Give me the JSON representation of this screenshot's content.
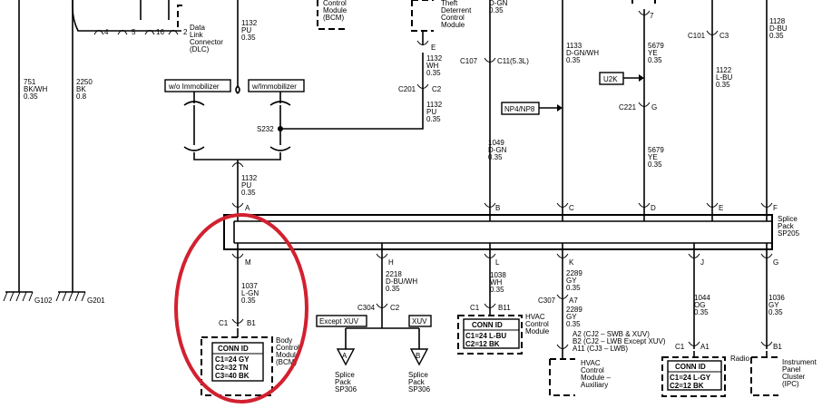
{
  "colors": {
    "ink": "#000000",
    "annotation": "#d2202f",
    "paper": "#ffffff"
  },
  "dlc": {
    "pins": [
      "4",
      "5",
      "16",
      "2"
    ],
    "label": [
      "Data",
      "Link",
      "Connector",
      "(DLC)"
    ],
    "circuit": [
      "1132",
      "PU",
      "0.35"
    ]
  },
  "wires": {
    "w751": [
      "751",
      "BK/WH",
      "0.35"
    ],
    "w2250": [
      "2250",
      "BK",
      "0.8"
    ],
    "w1132_mid": [
      "1132",
      "PU",
      "0.35"
    ],
    "w1132_s": [
      "1132",
      "WH",
      "0.35"
    ],
    "w1132_c2": [
      "1132",
      "PU",
      "0.35"
    ],
    "w1037": [
      "1037",
      "L-GN",
      "0.35"
    ],
    "w2218": [
      "2218",
      "D-BU/WH",
      "0.35"
    ],
    "w1038": [
      "1038",
      "WH",
      "0.35"
    ],
    "w2289_top": [
      "2289",
      "GY",
      "0.35"
    ],
    "w2289_bot": [
      "2289",
      "GY",
      "0.35"
    ],
    "w1044": [
      "1044",
      "OG",
      "0.35"
    ],
    "w1036": [
      "1036",
      "GY",
      "0.35"
    ],
    "w_dgn_top": [
      "D-GN",
      "0.35"
    ],
    "w1049": [
      "1049",
      "D-GN",
      "0.35"
    ],
    "w1133": [
      "1133",
      "D-GN/WH",
      "0.35"
    ],
    "w5679_top": [
      "5679",
      "YE",
      "0.35"
    ],
    "w5679_bot": [
      "5679",
      "YE",
      "0.35"
    ],
    "w1122": [
      "1122",
      "L-BU",
      "0.35"
    ],
    "w1128": [
      "1128",
      "D-BU",
      "0.35"
    ]
  },
  "options": {
    "wo_immobilizer": "w/o Immobilizer",
    "w_immobilizer": "w/Immobilizer",
    "except_xuv": "Except XUV",
    "xuv": "XUV",
    "u2k": "U2K",
    "np4np8": "NP4/NP8"
  },
  "connectors": {
    "s232": "S232",
    "e": "E",
    "c201": "C201",
    "c2": "C2",
    "c107": "C107",
    "c11": "C11",
    "c11_note": "(5.3L)",
    "c221": "C221",
    "g": "G",
    "c101": "C101",
    "c3": "C3",
    "seven": "7",
    "c304": "C304",
    "c2b": "C2",
    "h": "H",
    "c307": "C307",
    "a7": "A7",
    "k": "K",
    "c1": "C1",
    "b1": "B1",
    "m": "M",
    "l": "L",
    "b11": "B11",
    "j": "J",
    "a1": "A1",
    "g_bot": "G"
  },
  "splice_pack": {
    "label": [
      "Splice",
      "Pack",
      "SP205"
    ],
    "top_pins": [
      "A",
      "B",
      "C",
      "D",
      "E",
      "F"
    ]
  },
  "grounds": {
    "g102": "G102",
    "g201": "G201"
  },
  "modules": {
    "bcm_top": [
      "Control",
      "Module",
      "(BCM)"
    ],
    "theft": [
      "Theft",
      "Deterrent",
      "Control",
      "Module"
    ],
    "bcm": [
      "Body",
      "Control",
      "Module",
      "(BCM)"
    ],
    "hvac": [
      "HVAC",
      "Control",
      "Module"
    ],
    "hvac_aux": [
      "HVAC",
      "Control",
      "Module –",
      "Auxiliary"
    ],
    "radio": "Radio",
    "ipc": [
      "Instrument",
      "Panel",
      "Cluster",
      "(IPC)"
    ],
    "splice_a": [
      "Splice",
      "Pack",
      "SP306"
    ],
    "splice_b": [
      "Splice",
      "Pack",
      "SP306"
    ],
    "splice_a_pin": "A",
    "splice_b_pin": "B"
  },
  "conn_ids": {
    "bcm": {
      "title": "CONN ID",
      "rows": [
        "C1=24 GY",
        "C2=32 TN",
        "C3=40 BK"
      ]
    },
    "hvac": {
      "title": "CONN ID",
      "rows": [
        "C1=24 L-BU",
        "C2=12 BK"
      ]
    },
    "radio": {
      "title": "CONN ID",
      "rows": [
        "C1=24 L-GY",
        "C2=12 BK"
      ]
    }
  },
  "hvac_aux_pins": [
    "A2 (CJ2 – SWB & XUV)",
    "B2 (CJ2 – LWB Except XUV)",
    "A11 (CJ3 – LWB)"
  ]
}
